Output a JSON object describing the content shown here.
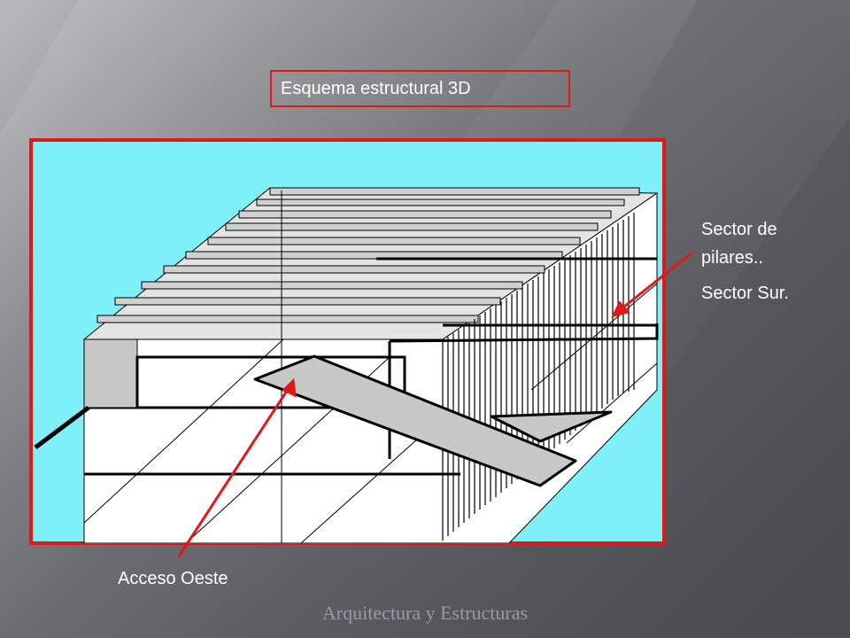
{
  "slide": {
    "title": "Esquema estructural 3D",
    "footer": "Arquitectura y Estructuras",
    "colors": {
      "frame_border": "#e01818",
      "sky": "#80f0f8",
      "annotation_arrow": "#e01818",
      "footer_text": "#9a9aa0"
    }
  },
  "annotations": {
    "sector_pilares_line1": "Sector de",
    "sector_pilares_line2": "pilares..",
    "sector_sur": "Sector Sur.",
    "acceso_oeste": "Acceso Oeste"
  }
}
